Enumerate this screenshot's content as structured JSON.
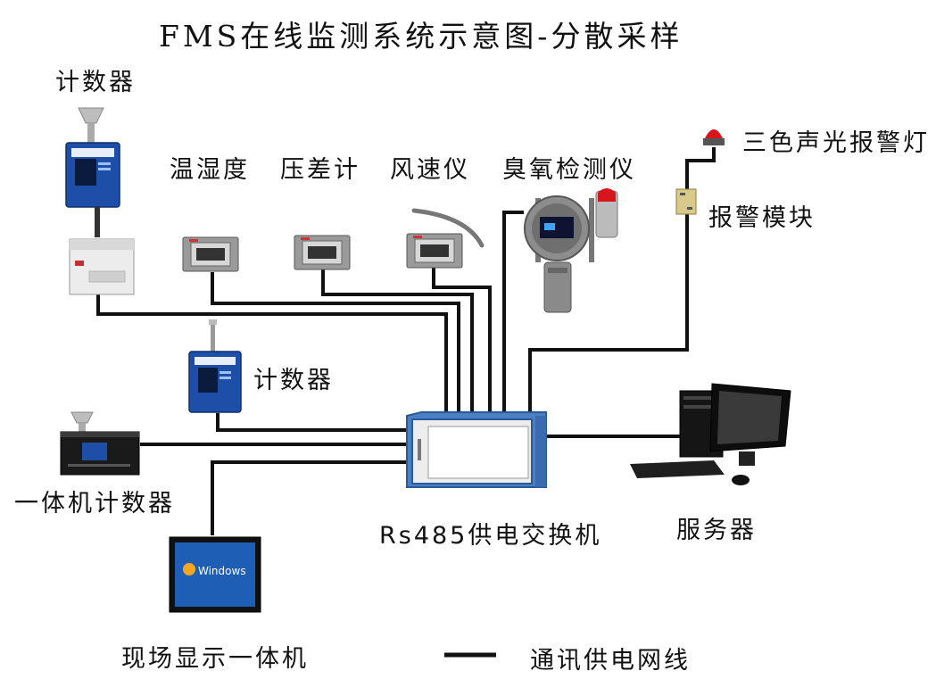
{
  "title": "FMS在线监测系统示意图-分散采样",
  "labels": {
    "counter_top": "计数器",
    "temp_humidity": "温湿度",
    "pressure_gauge": "压差计",
    "anemometer": "风速仪",
    "ozone_detector": "臭氧检测仪",
    "alarm_light": "三色声光报警灯",
    "alarm_module": "报警模块",
    "counter_mid": "计数器",
    "integrated_counter": "一体机计数器",
    "switch": "Rs485供电交换机",
    "server": "服务器",
    "display": "现场显示一体机",
    "legend": "通讯供电网线"
  },
  "screen_text": "Windows",
  "colors": {
    "line": "#111111",
    "counter_blue": "#1d4fa8",
    "cabinet_blue": "#4a7fc4",
    "alarm_red": "#d8141c",
    "module_tan": "#d9c98a",
    "gray_device": "#8a8a8a"
  }
}
